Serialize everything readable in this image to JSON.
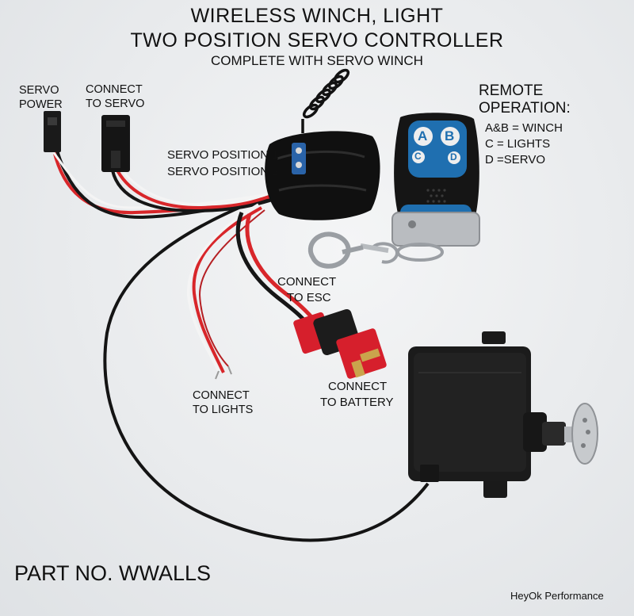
{
  "title": {
    "line1": "WIRELESS WINCH, LIGHT",
    "line2": "TWO POSITION SERVO CONTROLLER",
    "line3": "COMPLETE WITH SERVO WINCH"
  },
  "labels": {
    "servo_power": [
      "SERVO",
      "POWER"
    ],
    "connect_to_servo": [
      "CONNECT",
      "TO SERVO"
    ],
    "servo_position_1": "SERVO POSITION 1",
    "servo_position_2": "SERVO POSITION 2",
    "connect_to_esc": [
      "CONNECT",
      "TO ESC"
    ],
    "connect_to_lights": [
      "CONNECT",
      "TO LIGHTS"
    ],
    "connect_to_battery": [
      "CONNECT",
      "TO BATTERY"
    ]
  },
  "remote_operation": {
    "heading": [
      "REMOTE",
      "OPERATION:"
    ],
    "items": [
      "A&B = WINCH",
      "C = LIGHTS",
      "D =SERVO"
    ]
  },
  "remote_buttons": [
    "A",
    "B",
    "C",
    "D"
  ],
  "part_number": "PART NO. WWALLS",
  "brand": "HeyOk Performance",
  "colors": {
    "wire_red": "#d8262a",
    "wire_black": "#161616",
    "wire_white": "#f4f4f4",
    "connector_red": "#d61f2c",
    "remote_blue": "#1f6fb0"
  }
}
